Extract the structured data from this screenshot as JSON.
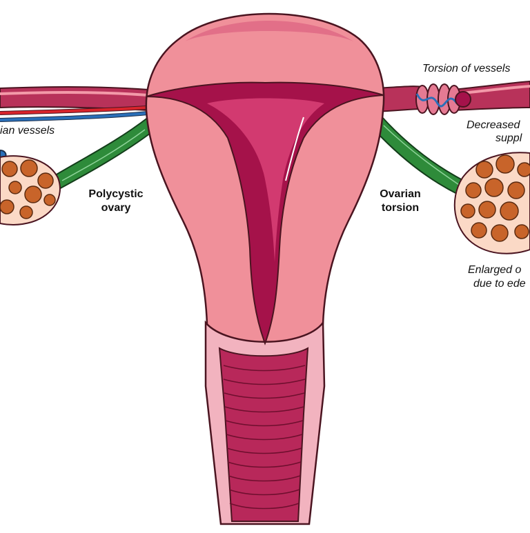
{
  "labels": {
    "ovarian_vessels": "ian vessels",
    "polycystic_line1": "Polycystic",
    "polycystic_line2": "ovary",
    "ovarian_torsion_line1": "Ovarian",
    "ovarian_torsion_line2": "torsion",
    "torsion_of_vessels": "Torsion of vessels",
    "decreased_line1": "Decreased",
    "decreased_line2": "suppl",
    "enlarged_line1": "Enlarged o",
    "enlarged_line2": "due to ede"
  },
  "colors": {
    "uterus_wall": "#f0909a",
    "uterus_outline": "#4a1420",
    "cavity": "#a5124a",
    "cavity_light": "#d23a70",
    "tube": "#b8325a",
    "tube_light": "#f39aa9",
    "ligament": "#2e8b3a",
    "artery": "#d8242c",
    "vein": "#2a6fb8",
    "ovary_fill": "#fbd9c6",
    "follicle": "#c8642a"
  }
}
